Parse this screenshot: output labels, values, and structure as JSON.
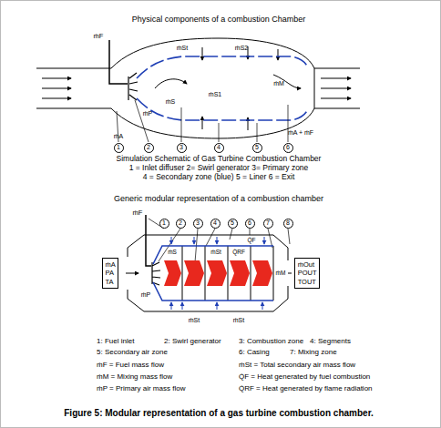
{
  "diagram": {
    "title": "Physical components of a combustion Chamber",
    "caption": "Figure 5: Modular representation of a gas turbine combustion chamber.",
    "nodes": [
      {
        "text": [
          "ṁA PA TA"
        ]
      },
      {
        "text": [
          "ṁOut POUT TOUT"
        ]
      }
    ],
    "labels": [
      "ṁF",
      "ṁSt",
      "ṁS2",
      "ṁS",
      "ṁS1",
      "ṁM",
      "ṁP",
      "ṁA",
      "ṁA + ṁF",
      "1",
      "2",
      "3",
      "4",
      "5",
      "6",
      "Simulation Schematic of Gas Turbine Combustion Chamber",
      "1 = Inlet diffuser  2= Swirl generator  3= Primary zone",
      "4 = Secondary zone (blue) 5 = Liner  6 = Exit",
      "Generic modular representation of a combustion chamber",
      "ṁF",
      "1",
      "2",
      "3",
      "4",
      "5",
      "6",
      "7",
      "8",
      "ṁS",
      "ṁSt",
      "Q̇F",
      "Q̇RF",
      "ṁM",
      "ṁP",
      "ṁSt",
      "ṁSt",
      "1: Fuel inlet",
      "2: Swirl generator",
      "3: Combustion zone",
      "4: Segments",
      "5: Secondary air zone",
      "6: Casing",
      "7: Mixing zone",
      "ṁF = Fuel mass flow",
      "ṁSt = Total secondary air mass flow",
      "ṁM = Mixing mass flow",
      "Q̇F = Heat generated by fuel combustion",
      "ṁP = Primary air mass flow",
      "Q̇RF = Heat generated by flame radiation"
    ]
  }
}
